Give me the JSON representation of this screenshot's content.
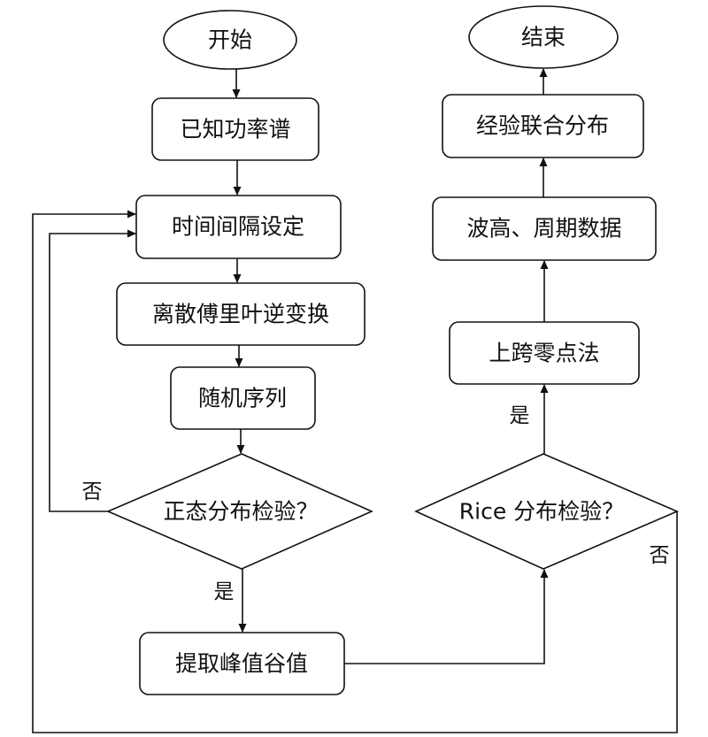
{
  "nodes": {
    "start": "开始",
    "known_spectrum": "已知功率谱",
    "time_interval": "时间间隔设定",
    "idft": "离散傅里叶逆变换",
    "random_sequence": "随机序列",
    "normality_check": "正态分布检验？",
    "extract_peaks": "提取峰值谷值",
    "rice_check": "Rice 分布检验？",
    "zero_upcrossing": "上跨零点法",
    "wave_data": "波高、周期数据",
    "joint_distribution": "经验联合分布",
    "end": "结束"
  },
  "edge_labels": {
    "normality_no": "否",
    "normality_yes": "是",
    "rice_yes": "是",
    "rice_no": "否"
  },
  "colors": {
    "stroke": "#111111",
    "fill": "#ffffff",
    "text": "#111111"
  }
}
